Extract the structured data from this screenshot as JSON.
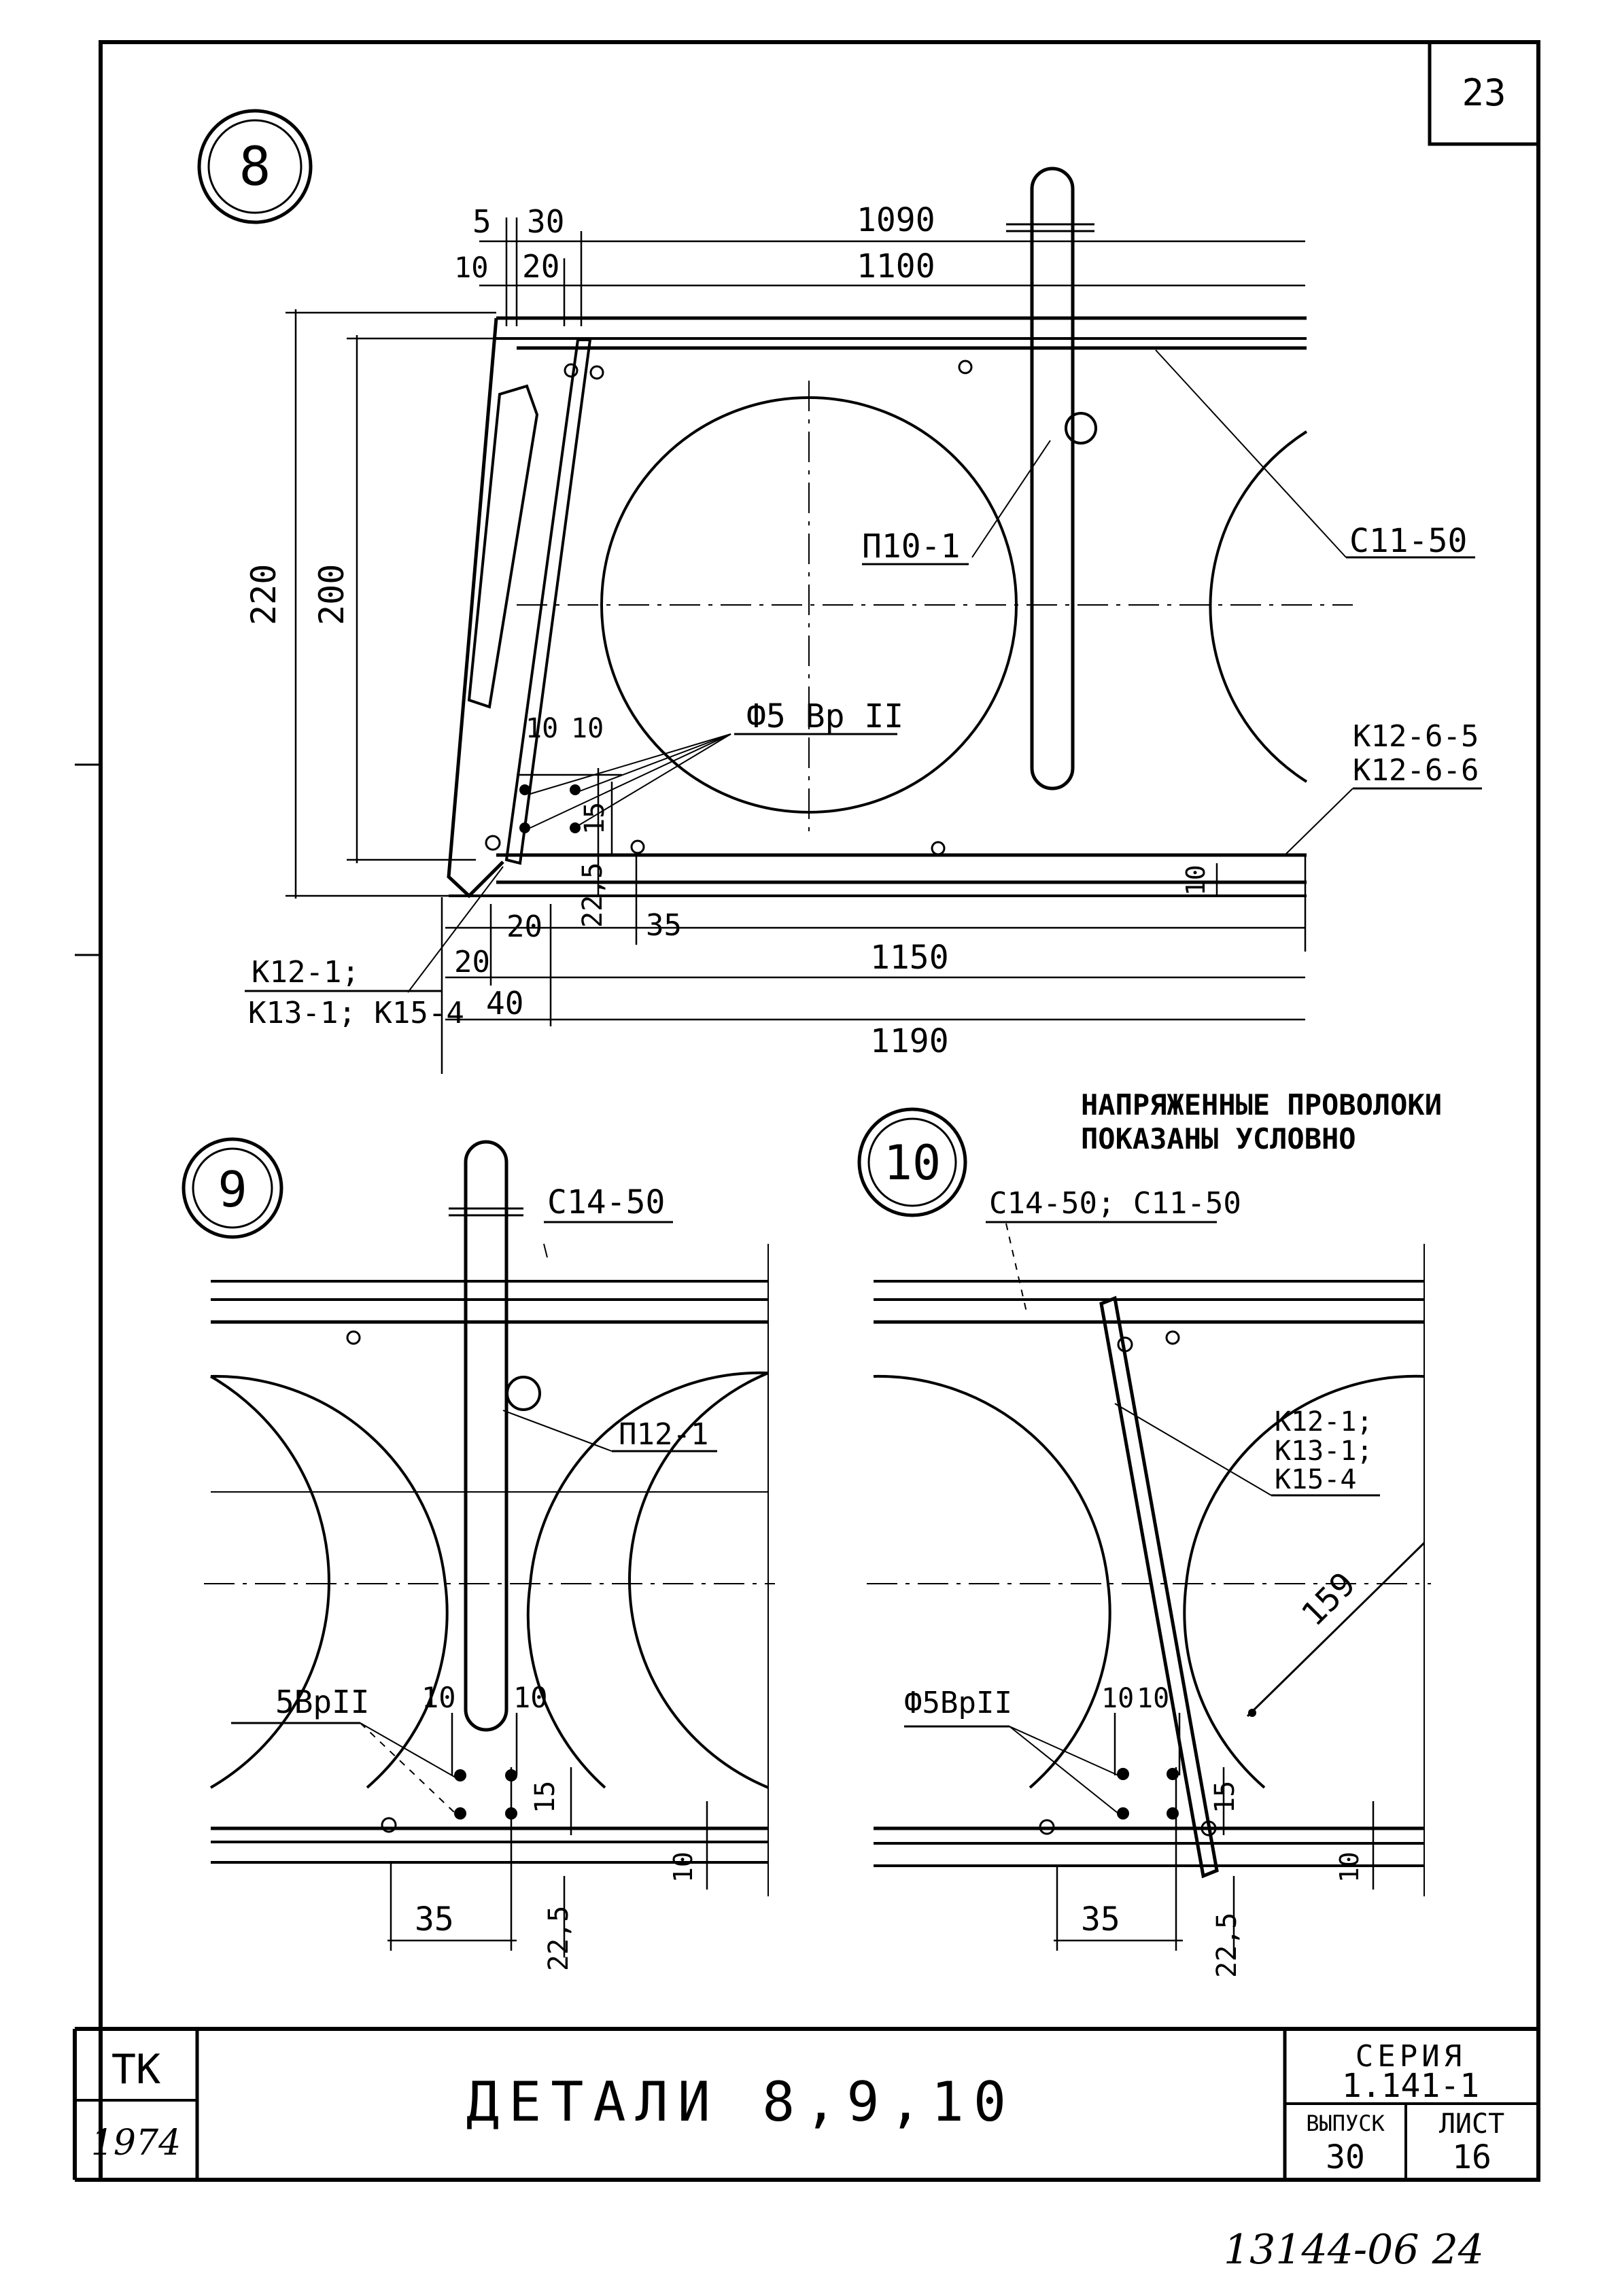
{
  "sheet": {
    "sheet_number": "23",
    "note_line1": "НАПРЯЖЕННЫЕ ПРОВОЛОКИ",
    "note_line2": "ПОКАЗАНЫ УСЛОВНО",
    "handwritten": "13144-06 24"
  },
  "detail8": {
    "number": "8",
    "dims": {
      "d5": "5",
      "d30": "30",
      "d1090": "1090",
      "d10": "10",
      "d20": "20",
      "d1100": "1100",
      "d220": "220",
      "d200": "200",
      "d10a": "10",
      "d10b": "10",
      "d15": "15",
      "d22_5": "22,5",
      "d35": "35",
      "d10v": "10",
      "d20a": "20",
      "d20b": "20",
      "d1150": "1150",
      "d40": "40",
      "d1190": "1190"
    },
    "labels": {
      "p10": "П10-1",
      "c11": "С11-50",
      "wire": "Ф5 Вр II",
      "k12a": "К12-6-5",
      "k12b": "К12-6-6",
      "k12_1": "К12-1;",
      "k13": "К13-1; К15-4"
    }
  },
  "detail9": {
    "number": "9",
    "labels": {
      "c14": "С14-50",
      "p12": "П12-1",
      "wire": "5ВрII"
    },
    "dims": {
      "d10a": "10",
      "d10b": "10",
      "d15": "15",
      "d10v": "10",
      "d35": "35",
      "d22_5": "22,5"
    }
  },
  "detail10": {
    "number": "10",
    "labels": {
      "c14c11": "С14-50; С11-50",
      "k1": "К12-1;",
      "k2": "К13-1;",
      "k3": "К15-4",
      "wire": "Ф5ВрII",
      "d159": "159"
    },
    "dims": {
      "d10a": "10",
      "d10b": "10",
      "d15": "15",
      "d10v": "10",
      "d35": "35",
      "d22_5": "22,5"
    }
  },
  "title_block": {
    "org": "ТК",
    "year": "1974",
    "title": "ДЕТАЛИ 8,9,10",
    "series_label": "СЕРИЯ",
    "series_value": "1.141-1",
    "issue_label": "ВЫПУСК",
    "issue_value": "30",
    "sheet_label": "ЛИСТ",
    "sheet_value": "16"
  }
}
